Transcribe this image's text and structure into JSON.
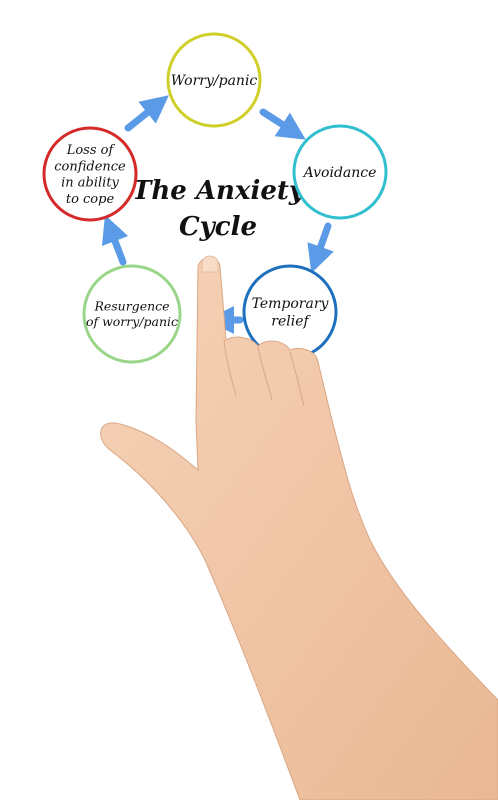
{
  "title": {
    "line1": "The Anxiety",
    "line2": "Cycle"
  },
  "nodes": [
    {
      "id": "worry-panic",
      "lines": [
        "Worry/panic"
      ],
      "color": "#cfcf2a"
    },
    {
      "id": "avoidance",
      "lines": [
        "Avoidance"
      ],
      "color": "#2fbfcf"
    },
    {
      "id": "temporary-relief",
      "lines": [
        "Temporary",
        "relief"
      ],
      "color": "#1f6fbf"
    },
    {
      "id": "resurgence",
      "lines": [
        "Resurgence",
        "of worry/panic"
      ],
      "color": "#9ad68a"
    },
    {
      "id": "loss-confidence",
      "lines": [
        "Loss of",
        "confidence",
        "in ability",
        "to cope"
      ],
      "color": "#d42a2a"
    }
  ],
  "arrow_color": "#5a9ae6",
  "hand_color": "#f3c9a8"
}
